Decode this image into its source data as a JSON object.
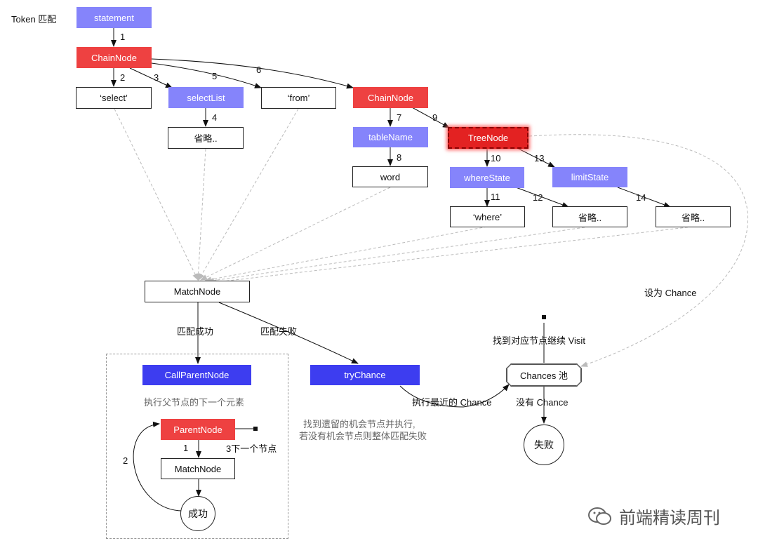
{
  "title": "Token 匹配",
  "nodes": {
    "statement": "statement",
    "chain1": "ChainNode",
    "select_kw": "‘select’",
    "selectList": "selectList",
    "from_kw": "‘from’",
    "chain2": "ChainNode",
    "omit1": "省略..",
    "tableName": "tableName",
    "word": "word",
    "treeNode": "TreeNode",
    "whereState": "whereState",
    "limitState": "limitState",
    "where_kw": "‘where’",
    "omit2": "省略..",
    "omit3": "省略..",
    "matchNode": "MatchNode",
    "callParentNode": "CallParentNode",
    "tryChance": "tryChance",
    "parentNode": "ParentNode",
    "matchNode2": "MatchNode",
    "success": "成功",
    "chancesPool": "Chances 池",
    "fail": "失败"
  },
  "edges": {
    "e1": "1",
    "e2": "2",
    "e3": "3",
    "e4": "4",
    "e5": "5",
    "e6": "6",
    "e7": "7",
    "e8": "8",
    "e9": "9",
    "e10": "10",
    "e11": "11",
    "e12": "12",
    "e13": "13",
    "e14": "14"
  },
  "labels": {
    "matchSuccess": "匹配成功",
    "matchFail": "匹配失败",
    "execParent": "执行父节点的下一个元素",
    "inner1": "1",
    "inner2": "2",
    "nextNode": "3下一个节点",
    "findLeft1": "找到遗留的机会节点并执行,",
    "findLeft2": "若没有机会节点则整体匹配失败",
    "execRecent": "执行最近的 Chance",
    "noChance": "没有 Chance",
    "findContinue": "找到对应节点继续 Visit",
    "setChance": "设为 Chance"
  },
  "watermark": "前端精读周刊",
  "colors": {
    "violet": "#8584fb",
    "red": "#ee4141",
    "blue": "#3d3df0",
    "line": "#111111",
    "dashed": "#bbbbbb"
  }
}
